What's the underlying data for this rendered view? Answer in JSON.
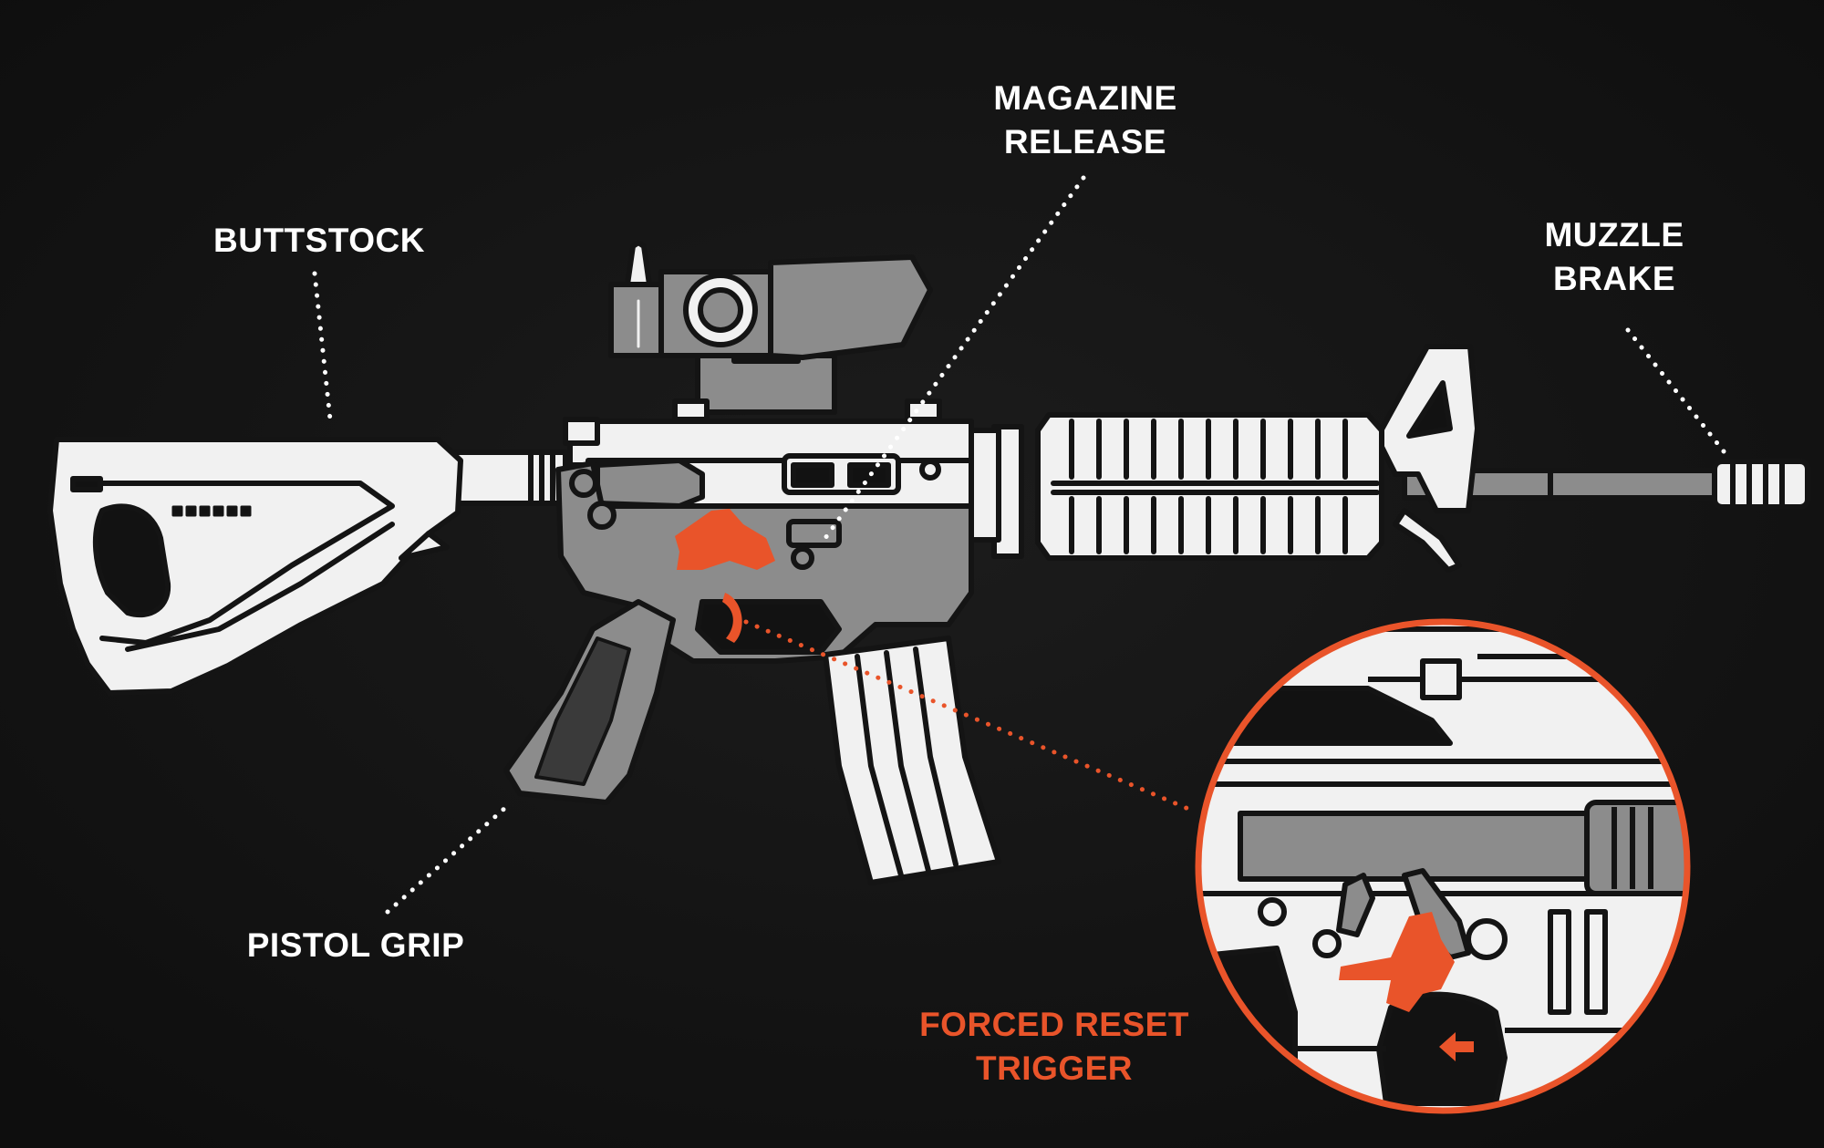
{
  "colors": {
    "background": "#121212",
    "receiver_gray": "#8c8c8c",
    "metal_white": "#f1f1f1",
    "outline": "#141414",
    "accent_orange": "#e9542a",
    "label_white": "#ffffff"
  },
  "labels": {
    "buttstock": [
      "BUTTSTOCK"
    ],
    "magazine_release": [
      "MAGAZINE",
      "RELEASE"
    ],
    "muzzle_brake": [
      "MUZZLE",
      "BRAKE"
    ],
    "pistol_grip": [
      "PISTOL GRIP"
    ],
    "forced_reset_trigger": [
      "FORCED RESET",
      "TRIGGER"
    ]
  },
  "icons": {
    "reset_direction": "arrow-left-icon"
  }
}
